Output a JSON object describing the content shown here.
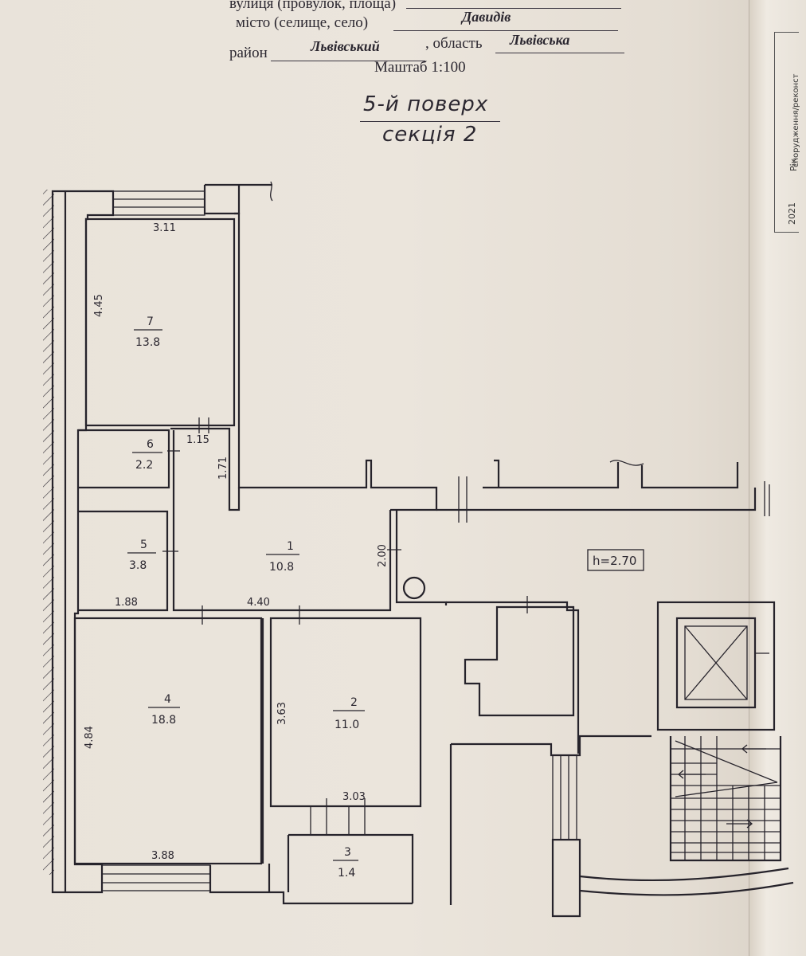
{
  "header": {
    "street_label": "вулиця (провулок, площа)",
    "city_label": "місто (селище, село)",
    "city_value": "Давидів",
    "district_label": "район",
    "district_value": "Львівський",
    "region_label": ", область",
    "region_value": "Львівська",
    "scale": "Маштаб 1:100"
  },
  "floor": {
    "title": "5-й поверх",
    "section": "секція 2",
    "height_label": "h=2.70"
  },
  "rooms": [
    {
      "number": "7",
      "area": "13.8"
    },
    {
      "number": "6",
      "area": "2.2"
    },
    {
      "number": "5",
      "area": "3.8"
    },
    {
      "number": "1",
      "area": "10.8"
    },
    {
      "number": "4",
      "area": "18.8"
    },
    {
      "number": "2",
      "area": "11.0"
    },
    {
      "number": "3",
      "area": "1.4"
    }
  ],
  "dimensions": {
    "room7_width": "3.11",
    "room7_length": "4.45",
    "room6_width": "1.15",
    "corridor_length": "1.71",
    "room5_width": "1.88",
    "room1_height": "2.00",
    "room1_width": "4.40",
    "room4_length": "4.84",
    "room4_width": "3.88",
    "room2_length": "3.63",
    "room2_width": "3.03"
  },
  "side_stamp": {
    "line1": "Рік",
    "line2": "2021",
    "line3": "спорудження/реконст"
  },
  "colors": {
    "ink": "#26232b",
    "paper": "#e9e3da"
  }
}
